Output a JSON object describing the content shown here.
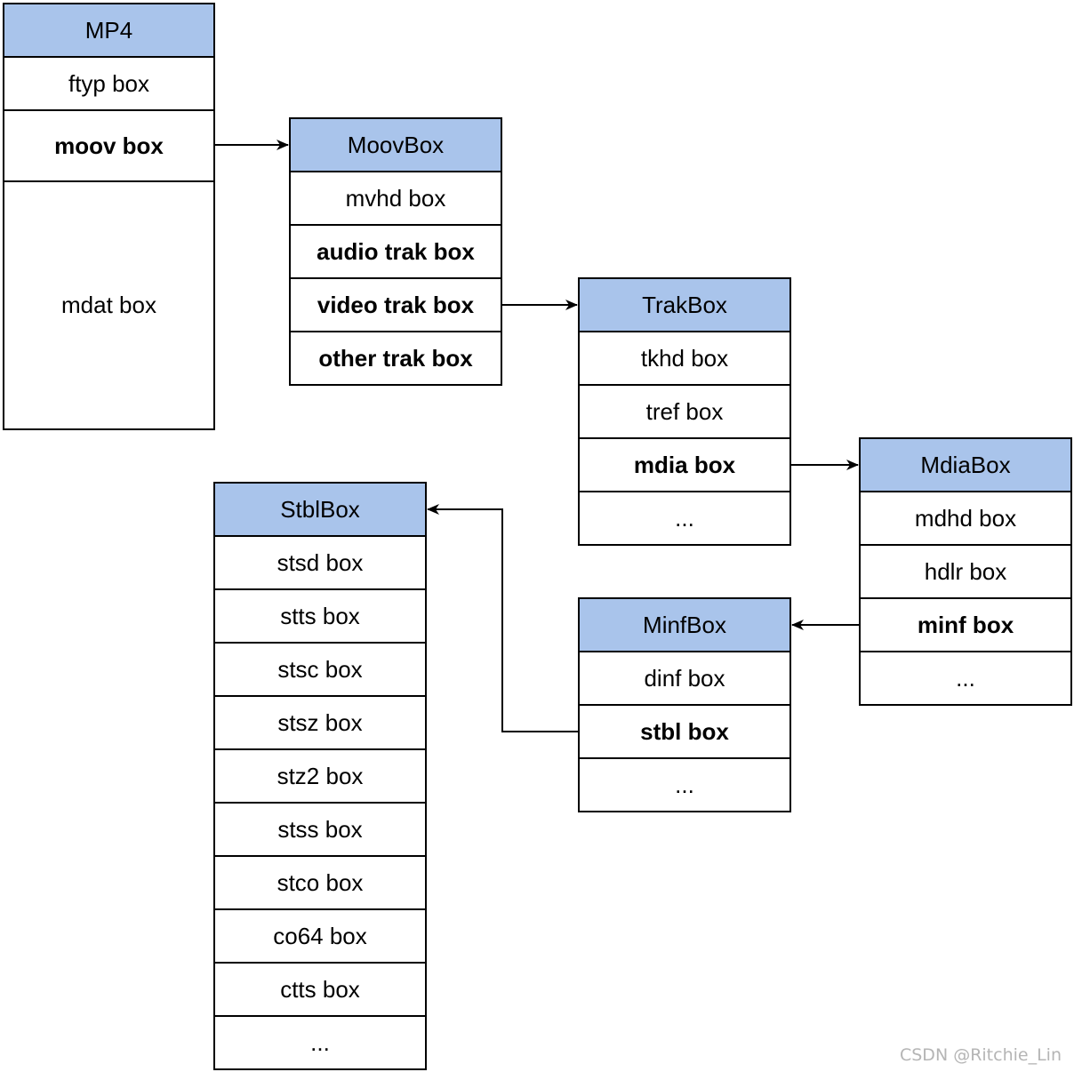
{
  "colors": {
    "header_fill": "#a9c4eb",
    "border": "#000000",
    "watermark": "#b5b5b5"
  },
  "mp4": {
    "title": "MP4",
    "ftyp": "ftyp box",
    "moov": "moov box",
    "mdat": "mdat box"
  },
  "moov": {
    "title": "MoovBox",
    "mvhd": "mvhd box",
    "audio_trak": "audio trak box",
    "video_trak": "video trak box",
    "other_trak": "other trak box"
  },
  "trak": {
    "title": "TrakBox",
    "tkhd": "tkhd box",
    "tref": "tref box",
    "mdia": "mdia box",
    "more": "..."
  },
  "mdia": {
    "title": "MdiaBox",
    "mdhd": "mdhd box",
    "hdlr": "hdlr box",
    "minf": "minf box",
    "more": "..."
  },
  "minf": {
    "title": "MinfBox",
    "dinf": "dinf box",
    "stbl": "stbl box",
    "more": "..."
  },
  "stbl": {
    "title": "StblBox",
    "stsd": "stsd box",
    "stts": "stts box",
    "stsc": "stsc box",
    "stsz": "stsz box",
    "stz2": "stz2 box",
    "stss": "stss box",
    "stco": "stco box",
    "co64": "co64 box",
    "ctts": "ctts box",
    "more": "..."
  },
  "watermark": "CSDN @Ritchie_Lin"
}
